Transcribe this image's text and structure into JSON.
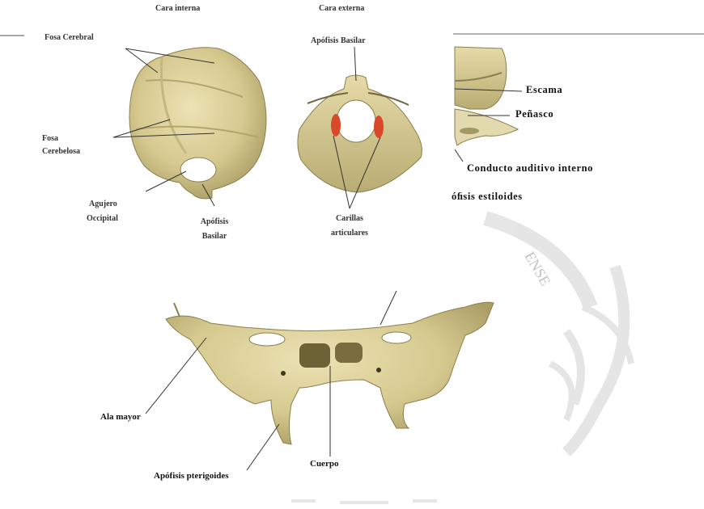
{
  "occipital": {
    "face_internal": "Cara interna",
    "face_external": "Cara externa",
    "fosa_cerebral": "Fosa Cerebral",
    "fosa_cerebelosa_1": "Fosa",
    "fosa_cerebelosa_2": "Cerebelosa",
    "agujero_1": "Agujero",
    "agujero_2": "Occipital",
    "apofisis_basilar_int_1": "Apófisis",
    "apofisis_basilar_int_2": "Basilar",
    "apofisis_basilar_ext": "Apófisis Basilar",
    "carillas_1": "Carillas",
    "carillas_2": "articulares"
  },
  "temporal": {
    "escama": "Escama",
    "penasco": "Peñasco",
    "conducto": "Conducto auditivo interno",
    "estiloides": "óﬁsis estiloides"
  },
  "sphenoid": {
    "ala_mayor": "Ala mayor",
    "cuerpo": "Cuerpo",
    "pterigoides": "Apófisis pterigoides"
  },
  "colors": {
    "bone": "#d9cd96",
    "bone_dark": "#9f9460",
    "facet": "#d9482a",
    "watermark": "#b6b6b6"
  }
}
